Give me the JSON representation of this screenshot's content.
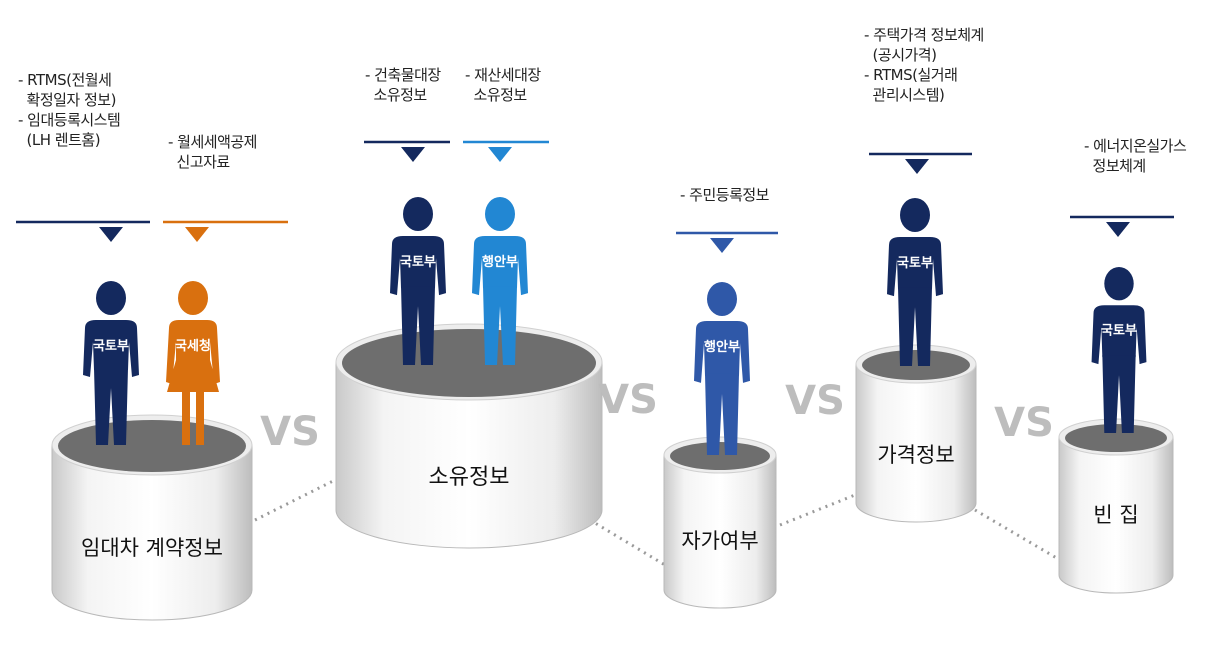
{
  "vs": "VS",
  "groups": [
    {
      "pedestal_label": "임대차 계약정보",
      "persons": [
        {
          "agency": "국토부",
          "color": "#14295e",
          "notes": [
            "- RTMS(전월세",
            "  확정일자 정보)",
            "- 임대등록시스템",
            "  (LH 렌트홈)"
          ]
        },
        {
          "agency": "국세청",
          "color": "#d9700f",
          "notes": [
            "- 월세세액공제",
            "  신고자료"
          ]
        }
      ]
    },
    {
      "pedestal_label": "소유정보",
      "persons": [
        {
          "agency": "국토부",
          "color": "#14295e",
          "notes": [
            "- 건축물대장",
            "  소유정보"
          ]
        },
        {
          "agency": "행안부",
          "color": "#2287d3",
          "notes": [
            "- 재산세대장",
            "  소유정보"
          ]
        }
      ]
    },
    {
      "pedestal_label": "자가여부",
      "persons": [
        {
          "agency": "행안부",
          "color": "#2f58a8",
          "notes": [
            "- 주민등록정보"
          ]
        }
      ]
    },
    {
      "pedestal_label": "가격정보",
      "persons": [
        {
          "agency": "국토부",
          "color": "#14295e",
          "notes": [
            "- 주택가격 정보체계",
            "  (공시가격)",
            "- RTMS(실거래",
            "  관리시스템)"
          ]
        }
      ]
    },
    {
      "pedestal_label": "빈 집",
      "persons": [
        {
          "agency": "국토부",
          "color": "#14295e",
          "notes": [
            "- 에너지온실가스",
            "  정보체계"
          ]
        }
      ]
    }
  ]
}
